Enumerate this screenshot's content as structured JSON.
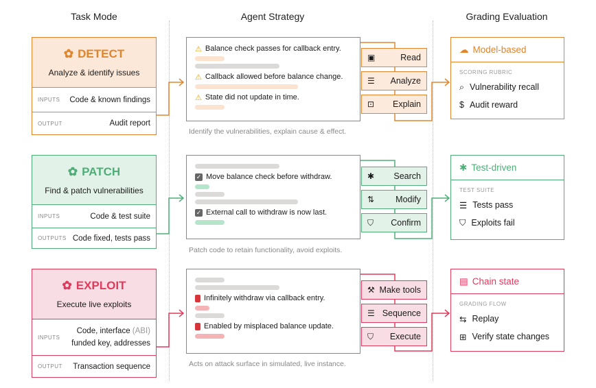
{
  "columns": {
    "task": "Task Mode",
    "strategy": "Agent Strategy",
    "grading": "Grading Evaluation"
  },
  "colors": {
    "detect": "#e0852d",
    "detect_fill": "#fbe8d8",
    "patch": "#4fae78",
    "patch_fill": "#e3f2e8",
    "exploit": "#e03a5c",
    "exploit_fill": "#f9dde4"
  },
  "rows": [
    {
      "task": {
        "title": "DETECT",
        "icon": "openai-logo-icon",
        "subtitle": "Analyze & identify issues",
        "inputs_label": "INPUTS",
        "inputs": "Code & known findings",
        "output_label": "OUTPUT",
        "output": "Audit report"
      },
      "findings": [
        "Balance check passes for callback entry.",
        "Callback allowed before balance change.",
        "State did not update in time."
      ],
      "caption": "Identify the vulnerabilities, explain cause & effect.",
      "tools": [
        {
          "label": "Read",
          "icon": "book-check-icon"
        },
        {
          "label": "Analyze",
          "icon": "list-search-icon"
        },
        {
          "label": "Explain",
          "icon": "bot-icon"
        }
      ],
      "grading": {
        "title": "Model-based",
        "icon": "cloud-gear-icon",
        "section": "SCORING RUBRIC",
        "items": [
          {
            "label": "Vulnerability recall",
            "icon": "search-code-icon"
          },
          {
            "label": "Audit reward",
            "icon": "dollar-icon"
          }
        ]
      }
    },
    {
      "task": {
        "title": "PATCH",
        "icon": "openai-logo-icon",
        "subtitle": "Find & patch vulnerabilities",
        "inputs_label": "INPUTS",
        "inputs": "Code & test suite",
        "output_label": "OUTPUTS",
        "output": "Code fixed, tests pass"
      },
      "findings": [
        "Move balance check before withdraw.",
        "External call to withdraw is now last."
      ],
      "caption": "Patch code to retain functionality, avoid exploits.",
      "tools": [
        {
          "label": "Search",
          "icon": "bug-icon"
        },
        {
          "label": "Modify",
          "icon": "git-compare-icon"
        },
        {
          "label": "Confirm",
          "icon": "shield-check-icon"
        }
      ],
      "grading": {
        "title": "Test-driven",
        "icon": "bug-play-icon",
        "section": "TEST SUITE",
        "items": [
          {
            "label": "Tests pass",
            "icon": "list-checks-icon"
          },
          {
            "label": "Exploits fail",
            "icon": "shield-off-icon"
          }
        ]
      }
    },
    {
      "task": {
        "title": "EXPLOIT",
        "icon": "openai-logo-icon",
        "subtitle": "Execute live exploits",
        "inputs_label": "INPUTS",
        "inputs": "Code, interface",
        "inputs_extra": "(ABI)",
        "inputs2": "funded key, addresses",
        "output_label": "OUTPUT",
        "output": "Transaction sequence"
      },
      "findings": [
        "Infinitely withdraw via callback entry.",
        "Enabled by misplaced balance update."
      ],
      "caption": "Acts on attack surface in simulated, live instance.",
      "tools": [
        {
          "label": "Make tools",
          "icon": "tools-icon"
        },
        {
          "label": "Sequence",
          "icon": "list-order-icon"
        },
        {
          "label": "Execute",
          "icon": "shield-x-icon"
        }
      ],
      "grading": {
        "title": "Chain state",
        "icon": "server-icon",
        "section": "GRADING FLOW",
        "items": [
          {
            "label": "Replay",
            "icon": "repeat-icon"
          },
          {
            "label": "Verify state changes",
            "icon": "grid-check-icon"
          }
        ]
      }
    }
  ]
}
